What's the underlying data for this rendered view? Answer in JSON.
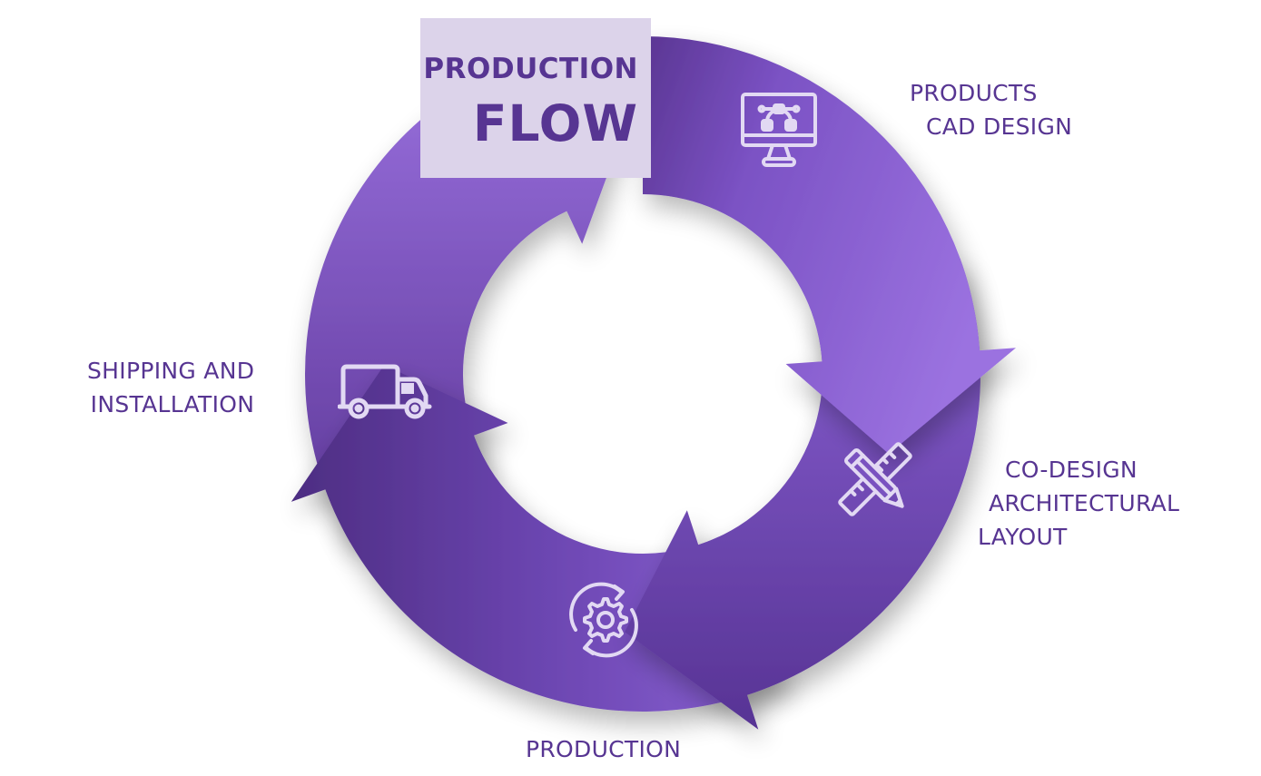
{
  "title": {
    "line1": "PRODUCTION",
    "line2": "FLOW"
  },
  "colors": {
    "title_bg": "#dcd3ea",
    "text": "#573592",
    "segment_light": "#9b72e0",
    "segment_dark": "#553089",
    "icon_stroke": "#e2d9f3"
  },
  "steps": [
    {
      "id": "cad-design",
      "label_lines": [
        "PRODUCTS",
        "CAD DESIGN"
      ],
      "icon": "monitor-vector-design-icon"
    },
    {
      "id": "co-design",
      "label_lines": [
        "CO-DESIGN",
        "ARCHITECTURAL",
        "LAYOUT"
      ],
      "icon": "pencil-ruler-icon"
    },
    {
      "id": "production",
      "label_lines": [
        "PRODUCTION"
      ],
      "icon": "gear-cycle-icon"
    },
    {
      "id": "shipping",
      "label_lines": [
        "SHIPPING AND",
        "INSTALLATION"
      ],
      "icon": "delivery-truck-icon"
    }
  ]
}
